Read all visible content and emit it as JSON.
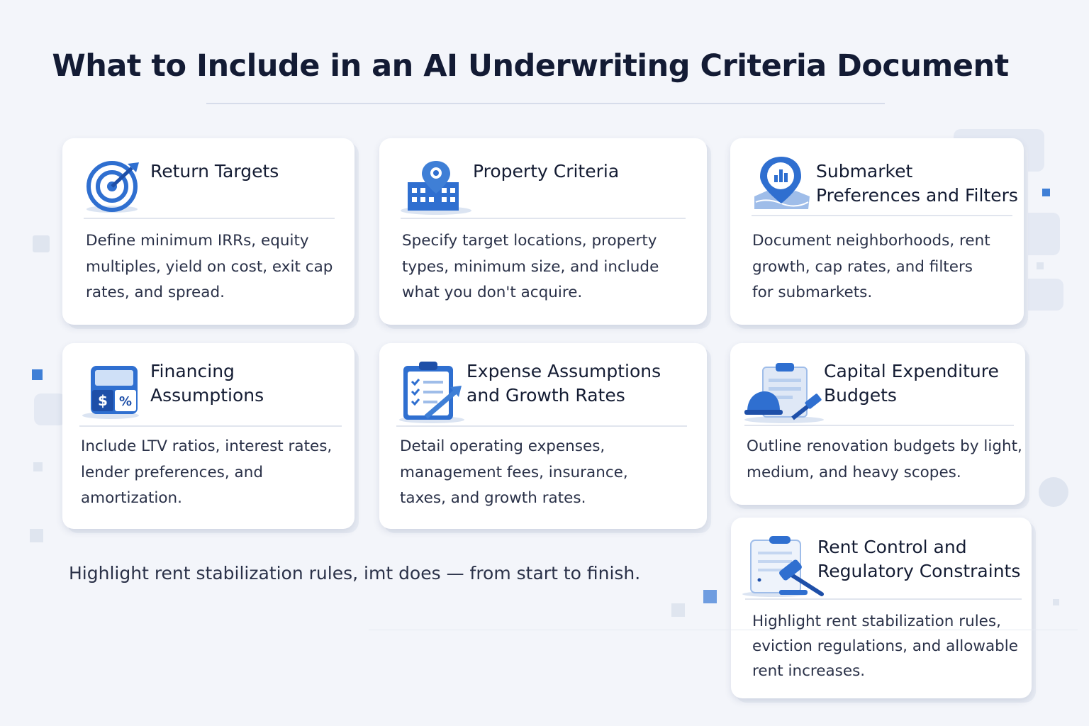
{
  "title": "What to Include in an AI Underwriting Criteria Document",
  "accent": "#2f6fd0",
  "cards": [
    {
      "title": "Return Targets",
      "body": "Define minimum IRRs, equity multiples, yield on cost, exit cap rates, and spread.",
      "icon": "target-icon"
    },
    {
      "title": "Property Criteria",
      "body": "Specify target locations, property types, minimum size, and include what you don't acquire.",
      "icon": "building-pin-icon"
    },
    {
      "title": "Submarket Preferences and Filters",
      "body": "Document neighborhoods, rent growth, cap rates, and filters for submarkets.",
      "icon": "map-pin-chart-icon"
    },
    {
      "title": "Financing Assumptions",
      "body": "Include LTV ratios, interest rates, lender preferences, and amortization.",
      "icon": "calculator-icon"
    },
    {
      "title": "Expense Assumptions and Growth Rates",
      "body": "Detail operating expenses, management fees, insurance, taxes, and growth rates.",
      "icon": "clipboard-chart-icon"
    },
    {
      "title": "Capital Expenditure Budgets",
      "body": "Outline renovation budgets by light, medium, and heavy scopes.",
      "icon": "hardhat-hammer-icon"
    },
    {
      "title": "Rent Control and Regulatory Constraints",
      "body": "Highlight rent stabilization rules, eviction regulations, and allowable rent increases.",
      "icon": "gavel-document-icon"
    }
  ],
  "footer": "Highlight rent stabilization rules, imt does — from start to finish."
}
